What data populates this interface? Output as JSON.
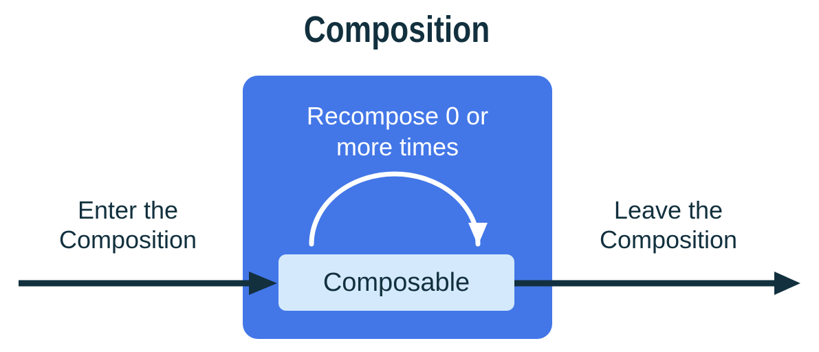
{
  "title": "Composition",
  "colors": {
    "blue": "#4377E8",
    "light_blue": "#D4E9FB",
    "navy": "#12303E",
    "white": "#FFFFFF"
  },
  "blue_box": {
    "recompose_line1": "Recompose 0 or",
    "recompose_line2": "more times",
    "composable_label": "Composable"
  },
  "labels": {
    "enter_line1": "Enter the",
    "enter_line2": "Composition",
    "leave_line1": "Leave the",
    "leave_line2": "Composition"
  },
  "icons": {
    "enter_arrow": "right-arrow",
    "leave_arrow": "right-arrow",
    "recompose_arc": "looping-arc-arrow"
  }
}
